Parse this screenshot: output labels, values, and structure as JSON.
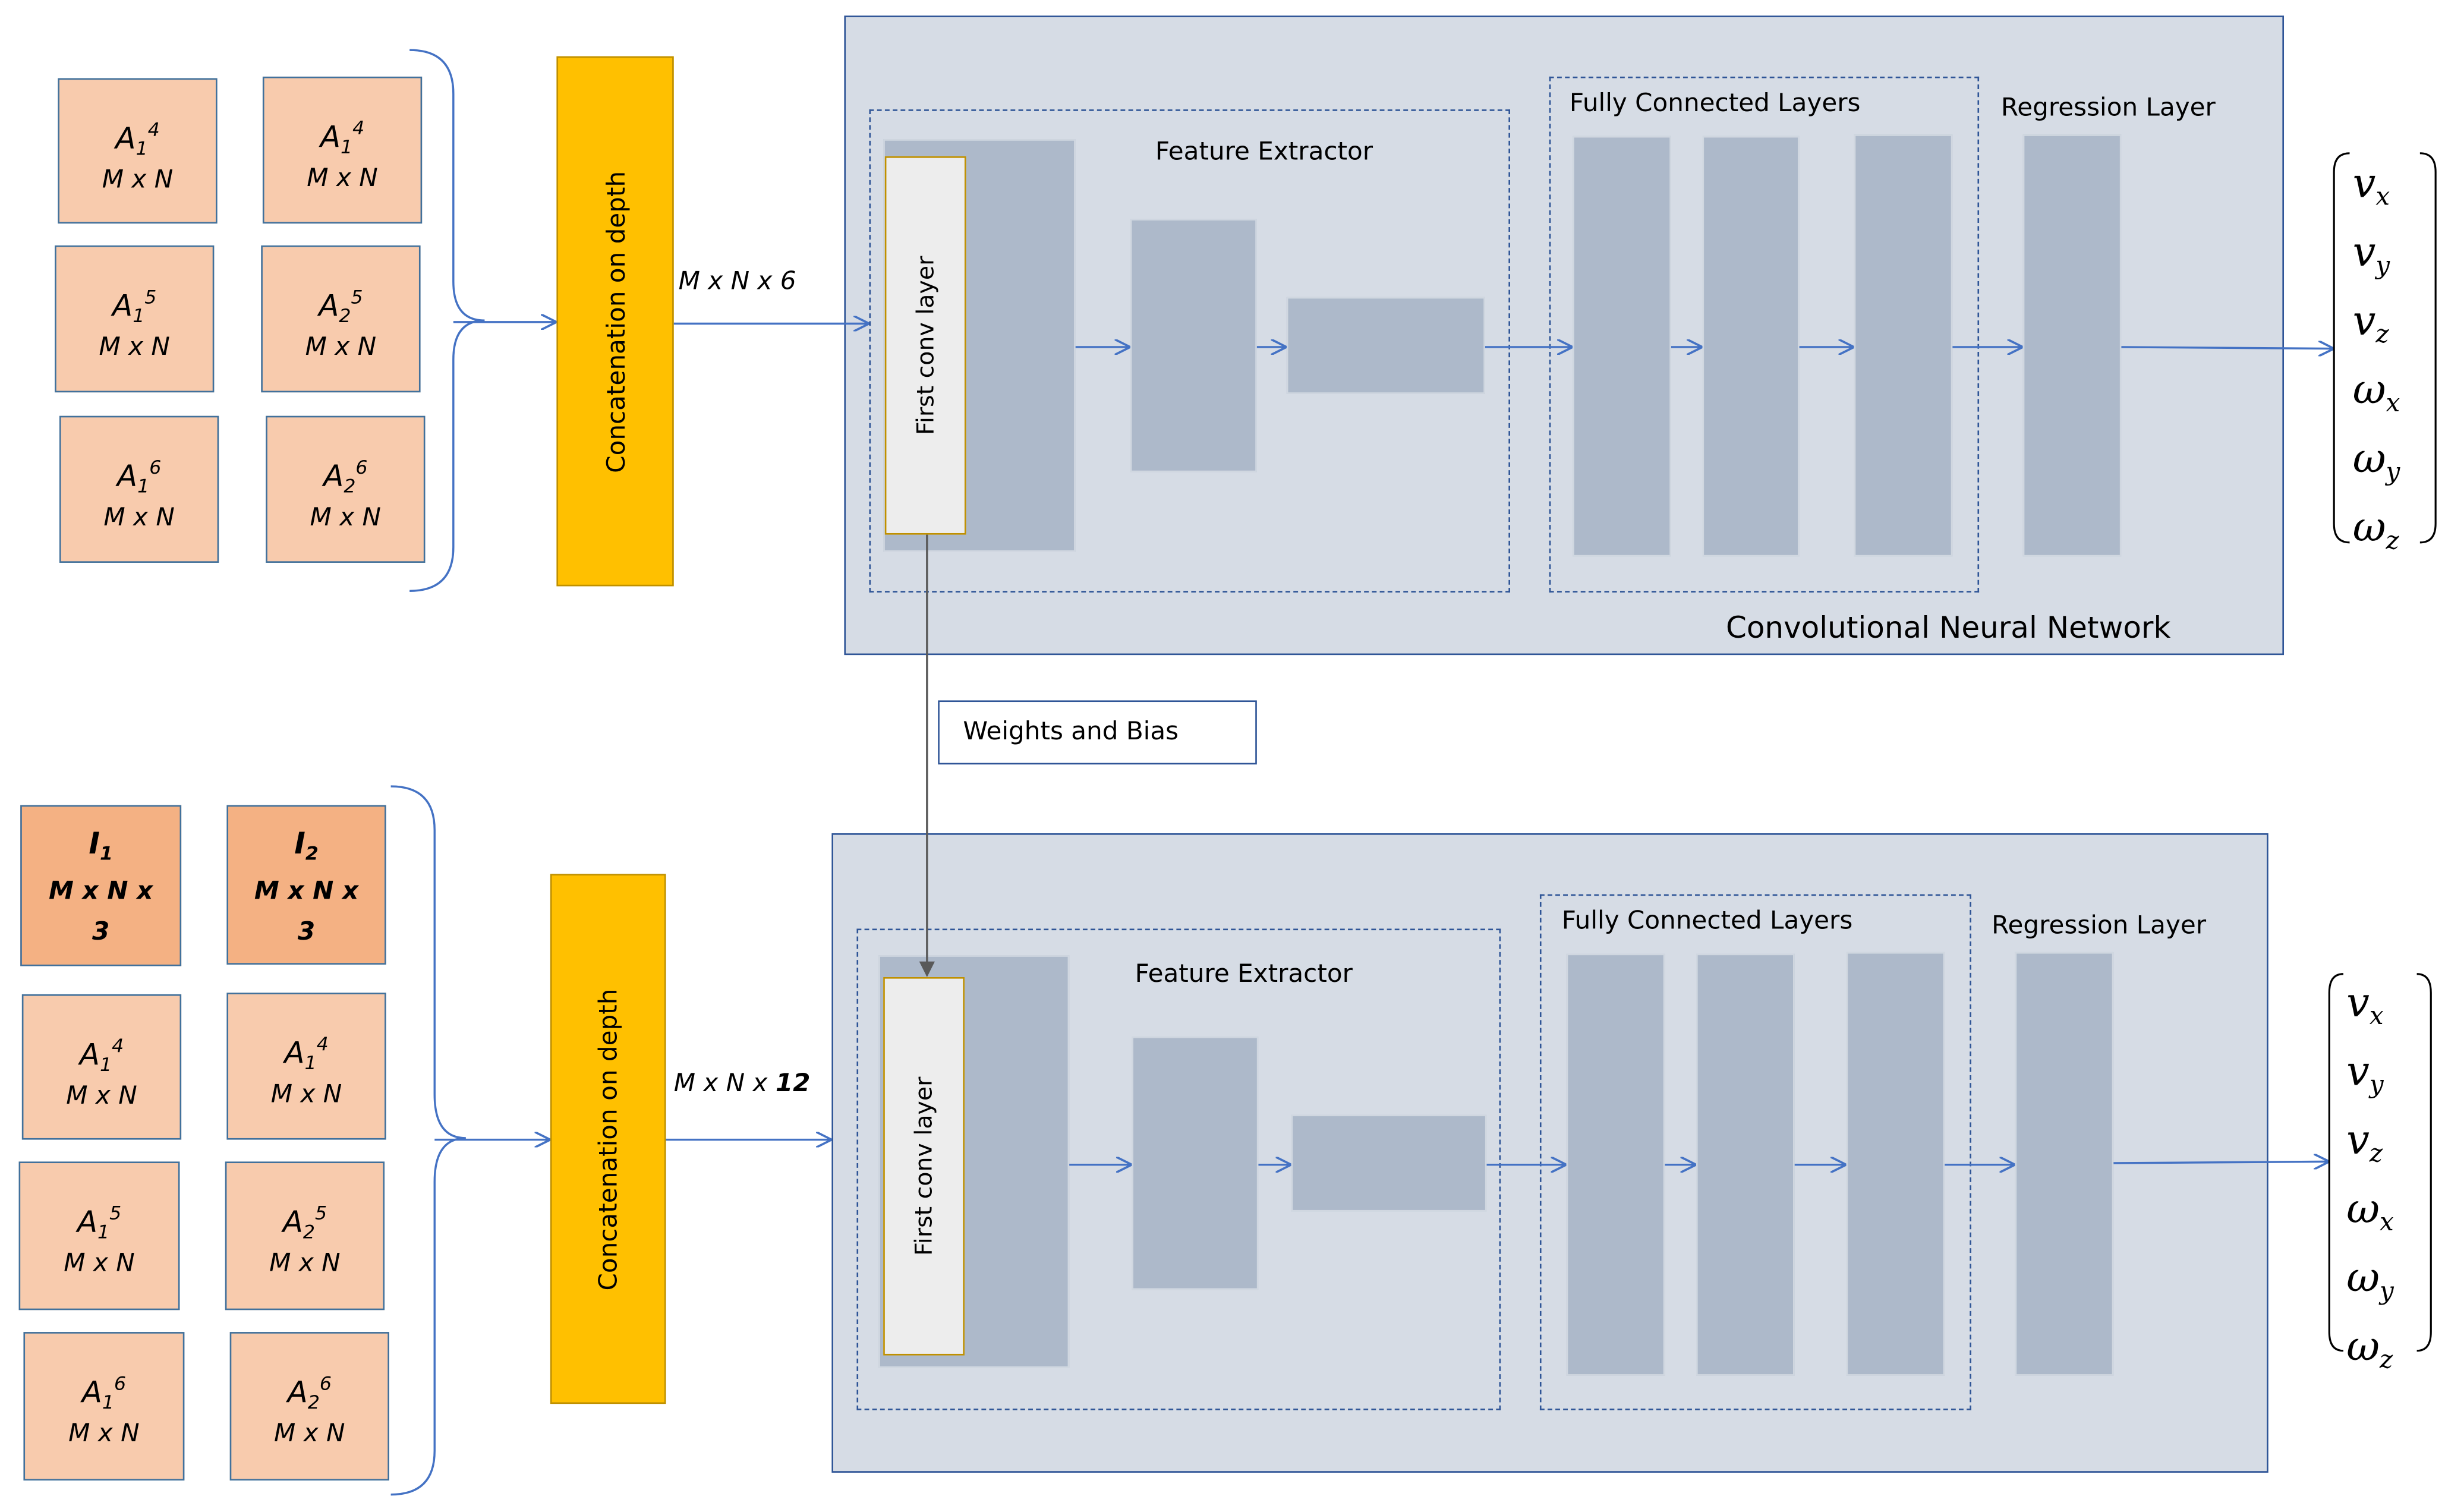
{
  "top": {
    "inputs": [
      {
        "name": "A",
        "sub": "1",
        "sup": "4",
        "size": "M x N"
      },
      {
        "name": "A",
        "sub": "1",
        "sup": "4",
        "size": "M x N"
      },
      {
        "name": "A",
        "sub": "1",
        "sup": "5",
        "size": "M x N"
      },
      {
        "name": "A",
        "sub": "2",
        "sup": "5",
        "size": "M x N"
      },
      {
        "name": "A",
        "sub": "1",
        "sup": "6",
        "size": "M x N"
      },
      {
        "name": "A",
        "sub": "2",
        "sup": "6",
        "size": "M x N"
      }
    ],
    "concat_label": "Concatenation on depth",
    "dim_prefix": "M x N x ",
    "dim_value": "6",
    "cnn": {
      "feature_extractor": "Feature Extractor",
      "first_conv": "First conv layer",
      "fully_connected": "Fully Connected Layers",
      "regression": "Regression Layer",
      "network_label": "Convolutional Neural Network"
    }
  },
  "weights_label": "Weights and Bias",
  "bottom": {
    "images": [
      {
        "name": "I",
        "sub": "1",
        "size1": "M x N x",
        "size2": "3"
      },
      {
        "name": "I",
        "sub": "2",
        "size1": "M x N x",
        "size2": "3"
      }
    ],
    "inputs": [
      {
        "name": "A",
        "sub": "1",
        "sup": "4",
        "size": "M x N"
      },
      {
        "name": "A",
        "sub": "1",
        "sup": "4",
        "size": "M x N"
      },
      {
        "name": "A",
        "sub": "1",
        "sup": "5",
        "size": "M x N"
      },
      {
        "name": "A",
        "sub": "2",
        "sup": "5",
        "size": "M x N"
      },
      {
        "name": "A",
        "sub": "1",
        "sup": "6",
        "size": "M x N"
      },
      {
        "name": "A",
        "sub": "2",
        "sup": "6",
        "size": "M x N"
      }
    ],
    "concat_label": "Concatenation on depth",
    "dim_prefix": "M x N x ",
    "dim_value": "12",
    "cnn": {
      "feature_extractor": "Feature Extractor",
      "first_conv": "First conv layer",
      "fully_connected": "Fully Connected Layers",
      "regression": "Regression Layer"
    }
  },
  "outputs": [
    {
      "sym": "v",
      "sub": "x"
    },
    {
      "sym": "v",
      "sub": "y"
    },
    {
      "sym": "v",
      "sub": "z"
    },
    {
      "sym": "ω",
      "sub": "x"
    },
    {
      "sym": "ω",
      "sub": "y"
    },
    {
      "sym": "ω",
      "sub": "z"
    }
  ],
  "colors": {
    "input_tile": "#f8cbad",
    "image_tile": "#f4b183",
    "concat": "#ffc000",
    "cnn_bg": "#d6dce5",
    "layer": "#adb9ca",
    "arrow": "#4472c4"
  }
}
